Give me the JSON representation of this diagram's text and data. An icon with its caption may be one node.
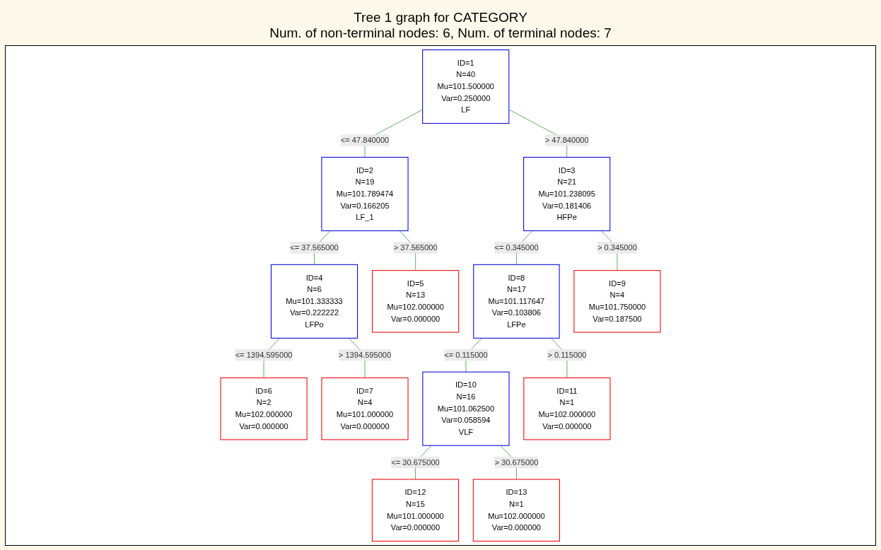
{
  "diagram": {
    "title": "Tree 1 graph for CATEGORY",
    "labels": [
      "Num. of non-terminal nodes: 6,  Num. of terminal nodes: 7"
    ],
    "nodes": [
      {
        "text": [
          "ID=1",
          "N=40",
          "Mu=101.500000",
          "Var=0.250000",
          "LF"
        ]
      },
      {
        "text": [
          "ID=2",
          "N=19",
          "Mu=101.789474",
          "Var=0.166205",
          "LF_1"
        ]
      },
      {
        "text": [
          "ID=3",
          "N=21",
          "Mu=101.238095",
          "Var=0.181406",
          "HFPe"
        ]
      },
      {
        "text": [
          "ID=4",
          "N=6",
          "Mu=101.333333",
          "Var=0.222222",
          "LFPo"
        ]
      },
      {
        "text": [
          "ID=5",
          "N=13",
          "Mu=102.000000",
          "Var=0.000000"
        ]
      },
      {
        "text": [
          "ID=6",
          "N=2",
          "Mu=102.000000",
          "Var=0.000000"
        ]
      },
      {
        "text": [
          "ID=7",
          "N=4",
          "Mu=101.000000",
          "Var=0.000000"
        ]
      },
      {
        "text": [
          "ID=8",
          "N=17",
          "Mu=101.117647",
          "Var=0.103806",
          "LFPe"
        ]
      },
      {
        "text": [
          "ID=9",
          "N=4",
          "Mu=101.750000",
          "Var=0.187500"
        ]
      },
      {
        "text": [
          "ID=10",
          "N=16",
          "Mu=101.062500",
          "Var=0.058594",
          "VLF"
        ]
      },
      {
        "text": [
          "ID=11",
          "N=1",
          "Mu=102.000000",
          "Var=0.000000"
        ]
      },
      {
        "text": [
          "ID=12",
          "N=15",
          "Mu=101.000000",
          "Var=0.000000"
        ]
      },
      {
        "text": [
          "ID=13",
          "N=1",
          "Mu=102.000000",
          "Var=0.000000"
        ]
      }
    ],
    "edges": [
      {
        "from": 0,
        "to": 1,
        "arrow": "none",
        "label": "<= 47.840000"
      },
      {
        "from": 0,
        "to": 2,
        "arrow": "none",
        "label": "> 47.840000"
      },
      {
        "from": 1,
        "to": 3,
        "arrow": "none",
        "label": "<= 37.565000"
      },
      {
        "from": 1,
        "to": 4,
        "arrow": "none",
        "label": "> 37.565000"
      },
      {
        "from": 3,
        "to": 5,
        "arrow": "none",
        "label": "<= 1394.595000"
      },
      {
        "from": 3,
        "to": 6,
        "arrow": "none",
        "label": "> 1394.595000"
      },
      {
        "from": 2,
        "to": 7,
        "arrow": "none",
        "label": "<= 0.345000"
      },
      {
        "from": 2,
        "to": 8,
        "arrow": "none",
        "label": "> 0.345000"
      },
      {
        "from": 7,
        "to": 9,
        "arrow": "none",
        "label": "<= 0.115000"
      },
      {
        "from": 7,
        "to": 10,
        "arrow": "none",
        "label": "> 0.115000"
      },
      {
        "from": 9,
        "to": 11,
        "arrow": "none",
        "label": "<= 30.675000"
      },
      {
        "from": 9,
        "to": 12,
        "arrow": "none",
        "label": "> 30.675000"
      }
    ]
  }
}
